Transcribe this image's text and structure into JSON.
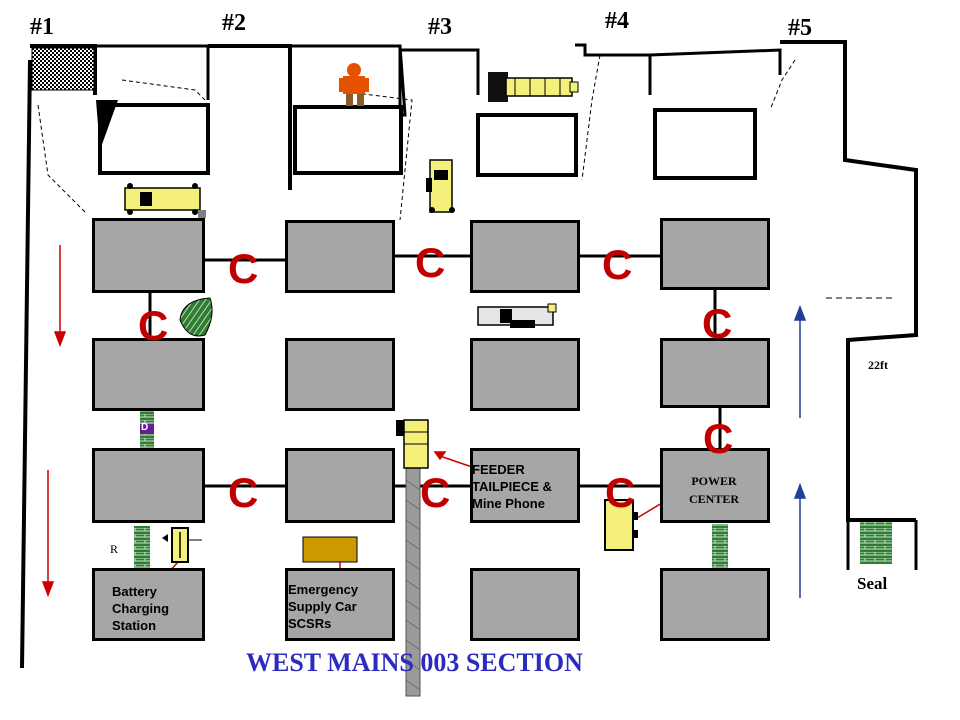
{
  "entries": [
    "#1",
    "#2",
    "#3",
    "#4",
    "#5"
  ],
  "crosscut_marker": "C",
  "labels": {
    "feeder": [
      "FEEDER",
      "TAILPIECE &",
      "Mine Phone"
    ],
    "power_center": [
      "POWER",
      "CENTER"
    ],
    "battery": [
      "Battery",
      "Charging",
      "Station"
    ],
    "emergency": [
      "Emergency",
      "Supply Car",
      "SCSRs"
    ],
    "r_marker": "R",
    "distance": "22ft",
    "seal": "Seal",
    "d_marker": "D"
  },
  "title": "WEST MAINS 003 SECTION",
  "colors": {
    "pillar": "#a6a6a6",
    "crosscut_c": "#c00000",
    "title": "#2b2bbf",
    "ventilation_arrow_down": "#cc0000",
    "ventilation_arrow_up": "#1f3f99",
    "equipment": "#f5f07a",
    "stopping": "#2e7d32",
    "supply_car": "#cc9900"
  }
}
